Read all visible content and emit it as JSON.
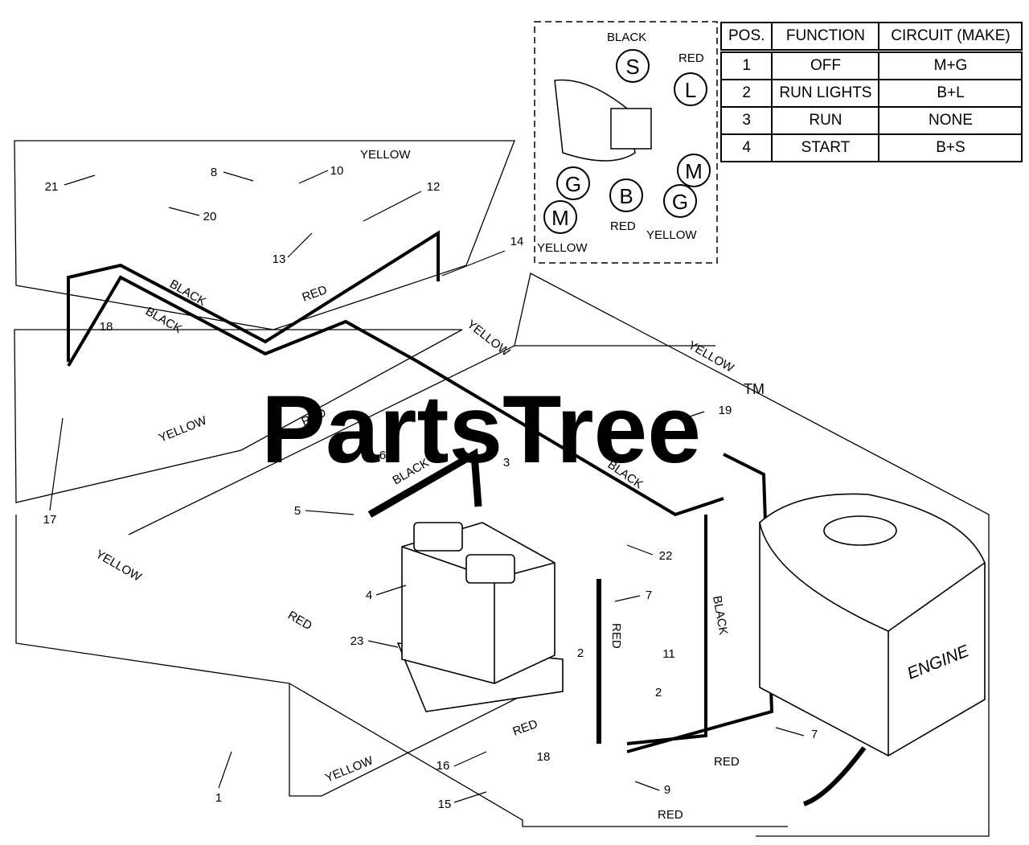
{
  "watermark": {
    "text": "PartsTree",
    "tm": "TM"
  },
  "table": {
    "headers": [
      "POS.",
      "FUNCTION",
      "CIRCUIT  (MAKE)"
    ],
    "rows": [
      [
        "1",
        "OFF",
        "M+G"
      ],
      [
        "2",
        "RUN LIGHTS",
        "B+L"
      ],
      [
        "3",
        "RUN",
        "NONE"
      ],
      [
        "4",
        "START",
        "B+S"
      ]
    ]
  },
  "switch_detail": {
    "terminals": [
      "S",
      "L",
      "G",
      "B",
      "M",
      "G"
    ],
    "wire_labels": [
      "BLACK",
      "RED",
      "RED",
      "YELLOW",
      "YELLOW"
    ]
  },
  "wire_labels": {
    "yellow": "YELLOW",
    "black": "BLACK",
    "red": "RED"
  },
  "engine_label": "ENGINE",
  "callouts": [
    "1",
    "2",
    "2",
    "3",
    "4",
    "5",
    "6",
    "7",
    "7",
    "8",
    "9",
    "10",
    "11",
    "12",
    "13",
    "14",
    "15",
    "16",
    "17",
    "18",
    "18",
    "19",
    "20",
    "21",
    "22",
    "23"
  ]
}
